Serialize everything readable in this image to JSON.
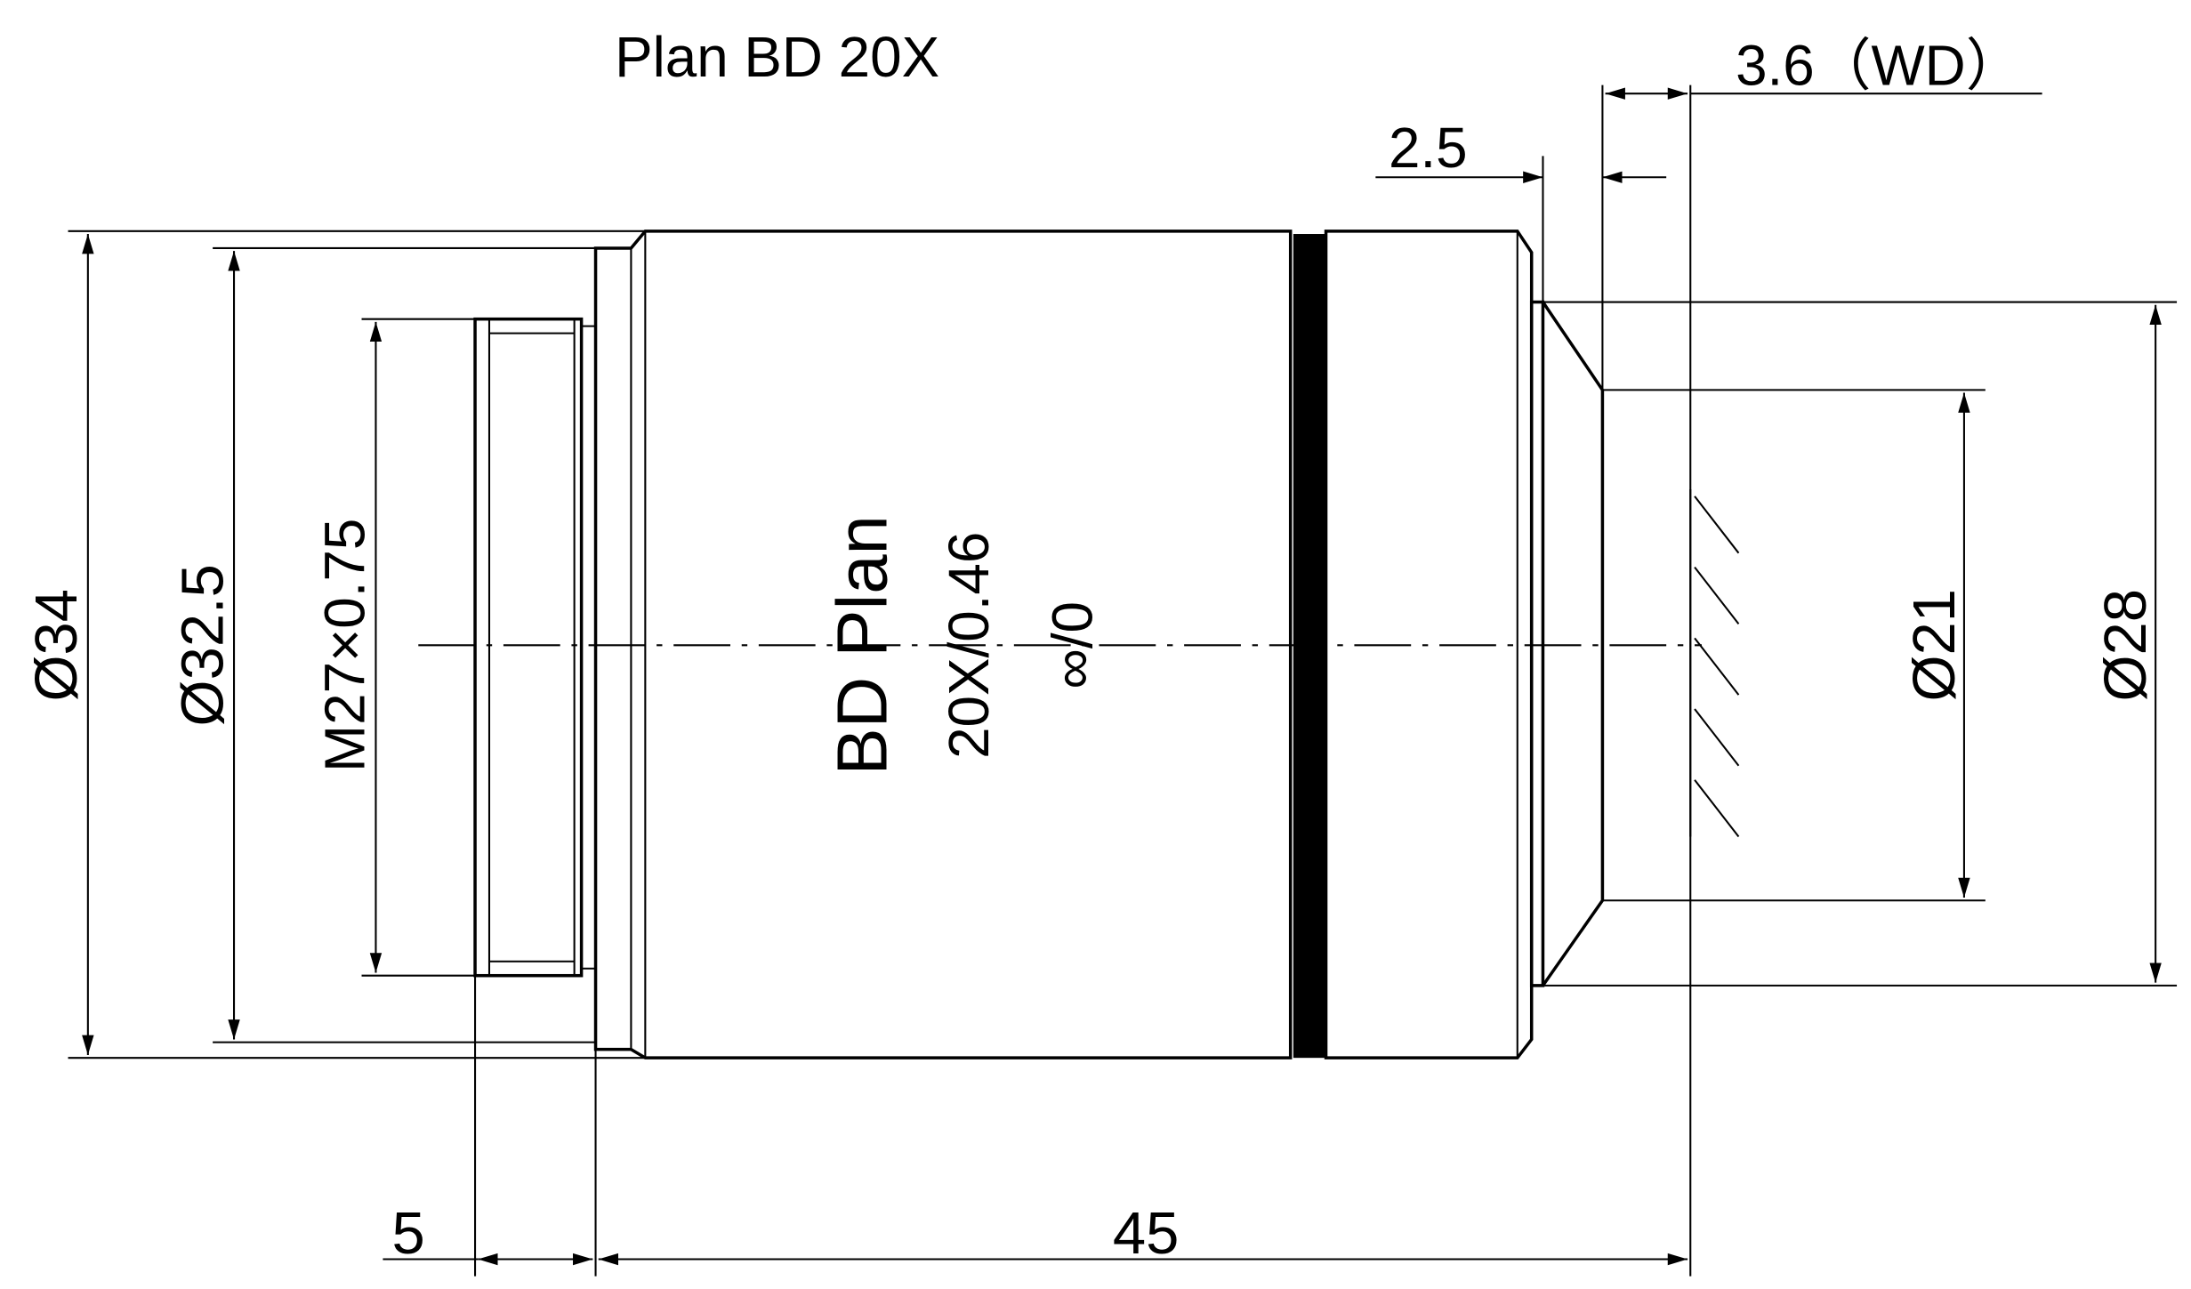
{
  "title": "Plan BD 20X",
  "engraving": {
    "line1": "BD Plan",
    "line2": "20X/0.46",
    "line3": "∞/0"
  },
  "dimensions": {
    "outer_diameter": "Ø34",
    "shoulder_diameter": "Ø32.5",
    "thread": "M27×0.75",
    "front_inner_diameter": "Ø21",
    "front_outer_diameter": "Ø28",
    "thread_length": "5",
    "parfocal_length": "45",
    "front_offset": "2.5",
    "working_distance": "3.6（WD）"
  }
}
